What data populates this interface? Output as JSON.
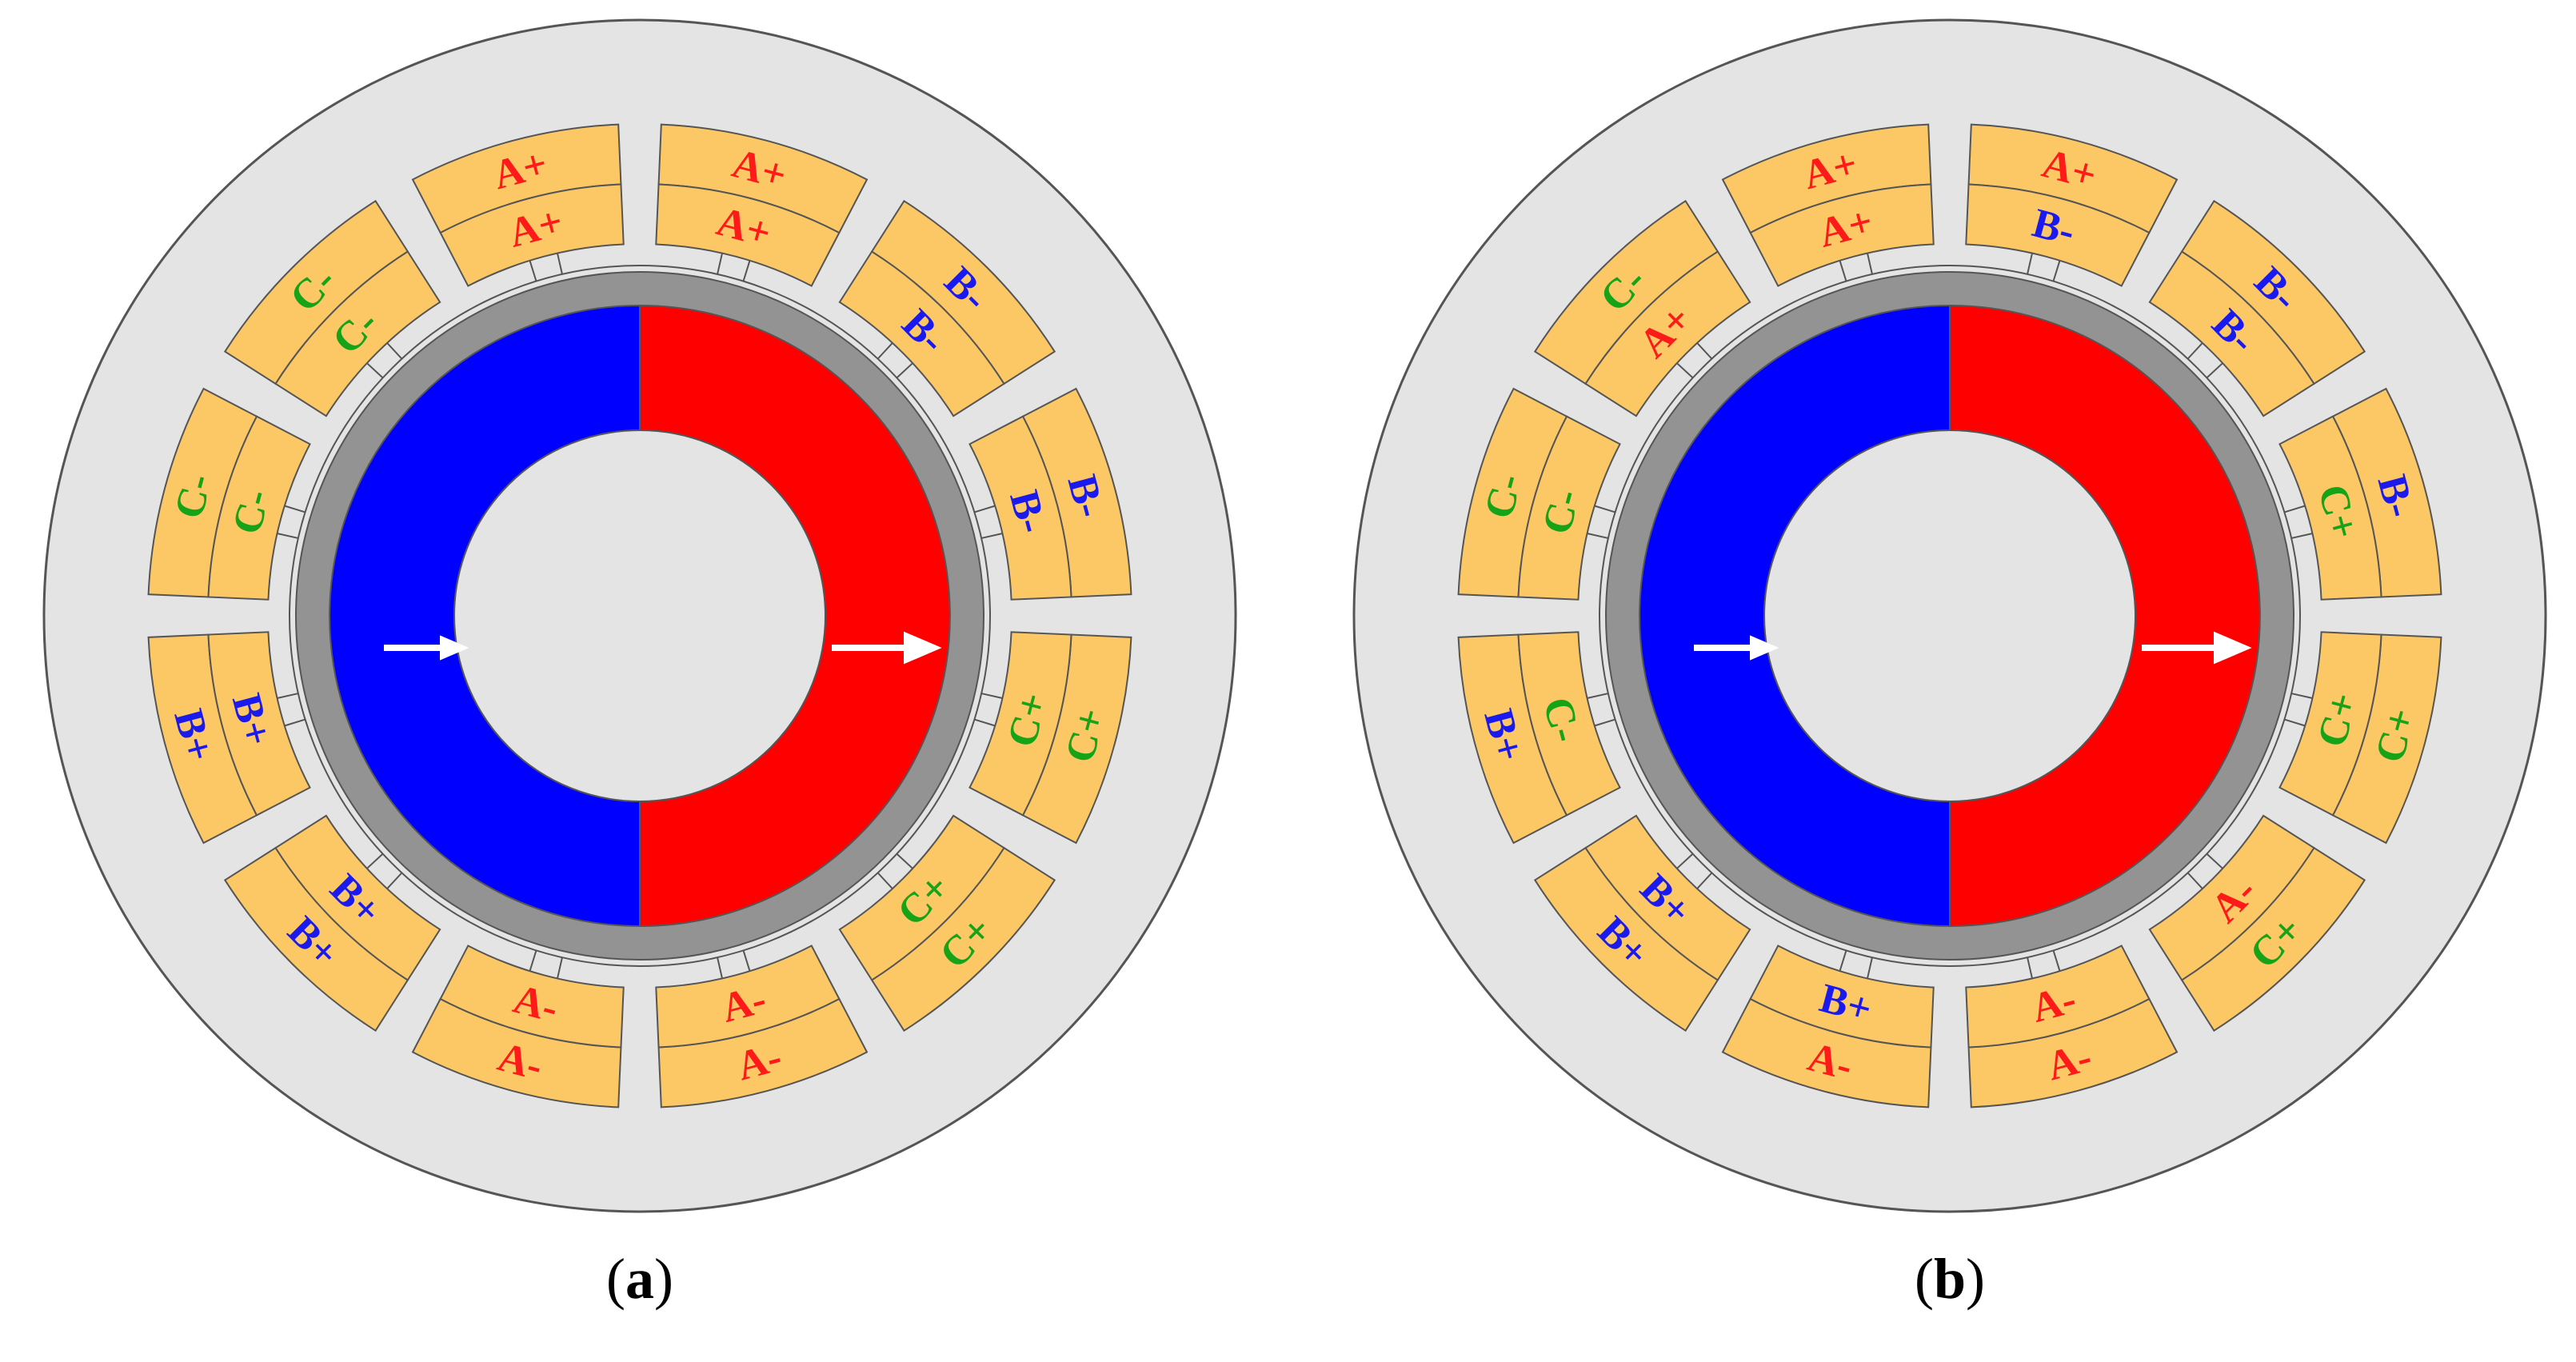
{
  "colors": {
    "stator_back": "#e4e4e4",
    "outline": "#555555",
    "coil": "#fcc866",
    "rotor_ring": "#939393",
    "inner_bore": "#e4e4e4",
    "magnet_left": "#0000ff",
    "magnet_right": "#ff0000",
    "arrow": "#ffffff",
    "phase_A": "#ff1a1a",
    "phase_B": "#1a1aee",
    "phase_C": "#17a317"
  },
  "panels": [
    {
      "id": "a",
      "caption_open": "(",
      "caption_letter": "a",
      "caption_close": ")",
      "slots": [
        {
          "outer": "A+",
          "inner": "A+"
        },
        {
          "outer": "B-",
          "inner": "B-"
        },
        {
          "outer": "B-",
          "inner": "B-"
        },
        {
          "outer": "C+",
          "inner": "C+"
        },
        {
          "outer": "C+",
          "inner": "C+"
        },
        {
          "outer": "A-",
          "inner": "A-"
        },
        {
          "outer": "A-",
          "inner": "A-"
        },
        {
          "outer": "B+",
          "inner": "B+"
        },
        {
          "outer": "B+",
          "inner": "B+"
        },
        {
          "outer": "C-",
          "inner": "C-"
        },
        {
          "outer": "C-",
          "inner": "C-"
        },
        {
          "outer": "A+",
          "inner": "A+"
        }
      ]
    },
    {
      "id": "b",
      "caption_open": "(",
      "caption_letter": "b",
      "caption_close": ")",
      "slots": [
        {
          "outer": "A+",
          "inner": "B-"
        },
        {
          "outer": "B-",
          "inner": "B-"
        },
        {
          "outer": "B-",
          "inner": "C+"
        },
        {
          "outer": "C+",
          "inner": "C+"
        },
        {
          "outer": "C+",
          "inner": "A-"
        },
        {
          "outer": "A-",
          "inner": "A-"
        },
        {
          "outer": "A-",
          "inner": "B+"
        },
        {
          "outer": "B+",
          "inner": "B+"
        },
        {
          "outer": "B+",
          "inner": "C-"
        },
        {
          "outer": "C-",
          "inner": "C-"
        },
        {
          "outer": "C-",
          "inner": "A+"
        },
        {
          "outer": "A+",
          "inner": "A+"
        }
      ]
    }
  ]
}
